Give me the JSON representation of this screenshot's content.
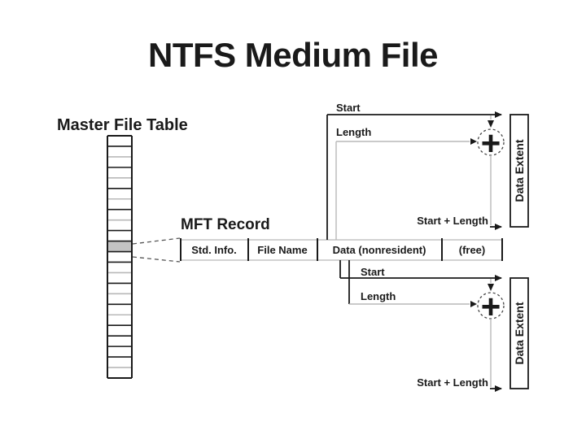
{
  "slide": {
    "title": "NTFS Medium File"
  },
  "mft_table": {
    "label": "Master File Table",
    "row_count": 23,
    "highlighted_row_index": 10,
    "highlight_color": "#c4c4c4",
    "light_border_boundaries": [
      2,
      4,
      6,
      8,
      13,
      15,
      17,
      22
    ]
  },
  "mft_record": {
    "label": "MFT Record",
    "cells": [
      {
        "label": "Std. Info."
      },
      {
        "label": "File Name"
      },
      {
        "label": "Data (nonresident)"
      },
      {
        "label": "(free)"
      }
    ]
  },
  "extents": {
    "top": {
      "start_label": "Start",
      "length_label": "Length",
      "sum_label": "Start + Length",
      "plus_symbol": "+",
      "axis_label": "Data Extent"
    },
    "bottom": {
      "start_label": "Start",
      "length_label": "Length",
      "sum_label": "Start + Length",
      "plus_symbol": "+",
      "axis_label": "Data Extent"
    }
  },
  "colors": {
    "line": "#1a1a1a",
    "light_line": "#b8b8b8",
    "dash_line": "#555555",
    "highlight": "#c4c4c4",
    "background": "#ffffff"
  }
}
